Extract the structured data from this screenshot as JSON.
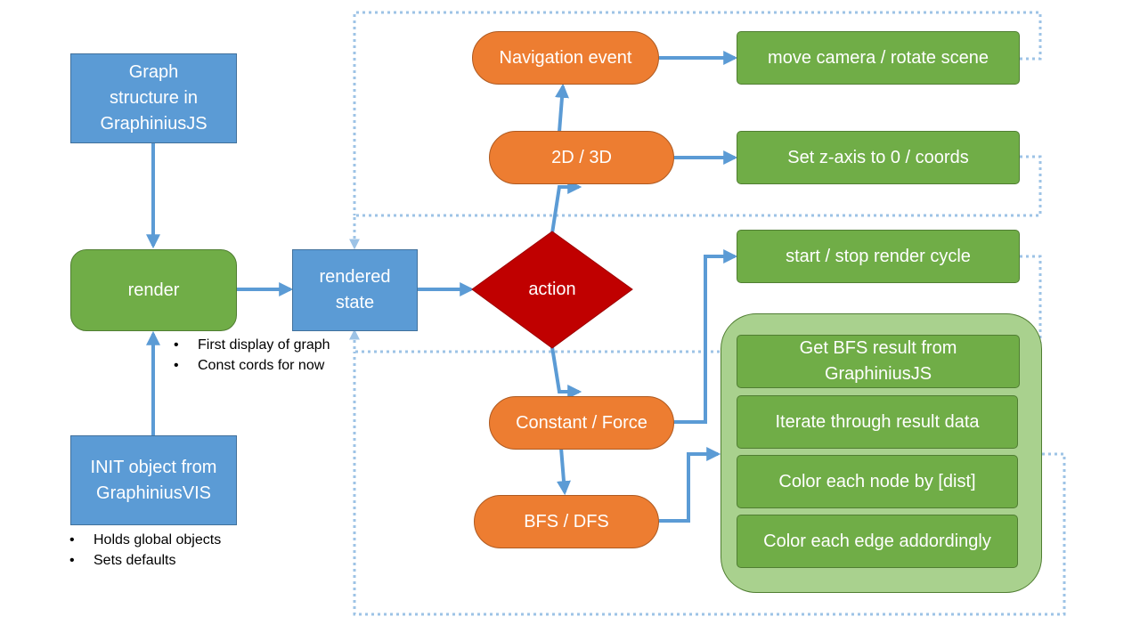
{
  "nodes": {
    "graph_structure": "Graph structure in GraphiniusJS",
    "render": "render",
    "rendered_state": "rendered state",
    "init_object": "INIT object from GraphiniusVIS",
    "action": "action",
    "navigation_event": "Navigation event",
    "mode_2d_3d": "2D / 3D",
    "constant_force": "Constant / Force",
    "bfs_dfs": "BFS / DFS",
    "move_camera": "move camera / rotate scene",
    "set_z_axis": "Set z-axis to 0 / coords",
    "start_stop_render": "start / stop render cycle",
    "get_bfs_result": "Get BFS result from GraphiniusJS",
    "iterate_result": "Iterate through result data",
    "color_nodes": "Color each node by [dist]",
    "color_edges": "Color each edge addordingly"
  },
  "notes": {
    "rendered_state": [
      "First display of graph",
      "Const cords for now"
    ],
    "init_object": [
      "Holds global objects",
      "Sets defaults"
    ]
  },
  "colors": {
    "blue": "#5b9bd5",
    "green": "#70ad47",
    "light_green": "#a9d18e",
    "orange": "#ed7d31",
    "red": "#c00000",
    "arrow": "#5b9bd5",
    "dotted": "#9dc3e6"
  }
}
